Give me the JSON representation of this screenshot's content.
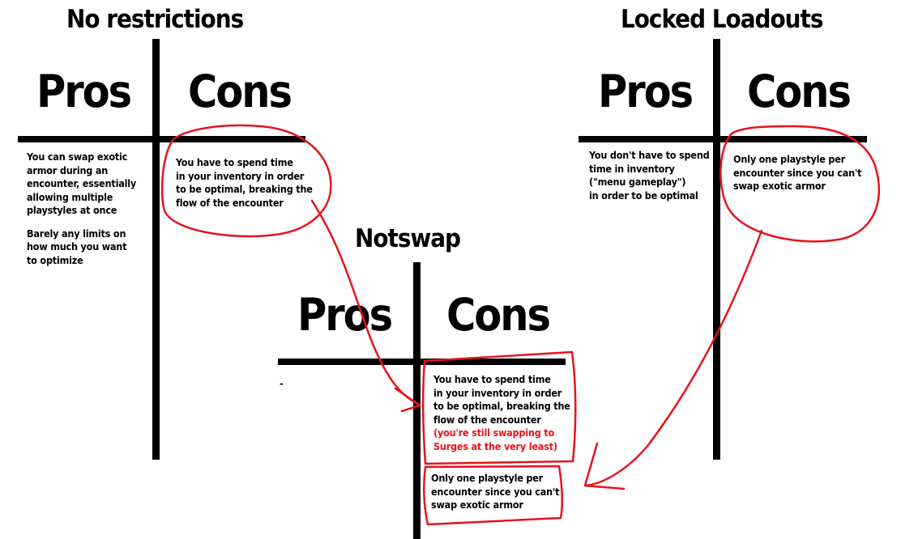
{
  "charts": {
    "no_restrictions": {
      "title": "No restrictions",
      "pros_label": "Pros",
      "cons_label": "Cons",
      "pros_lines": [
        "You can swap exotic",
        "armor during an",
        "encounter, essentially",
        "allowing multiple",
        "playstyles at once",
        "",
        "Barely any limits on",
        "how much you want",
        "to optimize"
      ],
      "cons_lines": [
        "You have to spend time",
        "in your inventory in order",
        "to be optimal, breaking the",
        "flow of the encounter"
      ]
    },
    "locked_loadouts": {
      "title": "Locked Loadouts",
      "pros_label": "Pros",
      "cons_label": "Cons",
      "pros_lines": [
        "You don't have to spend",
        "time in inventory",
        "(\"menu gameplay\")",
        "in order to be optimal"
      ],
      "cons_lines": [
        "Only one playstyle per",
        "encounter since you can't",
        "swap exotic armor"
      ]
    },
    "notswap": {
      "title": "Notswap",
      "pros_label": "Pros",
      "cons_label": "Cons",
      "pros_mark": "-",
      "cons_box1_lines": [
        "You have to spend time",
        "in your inventory in order",
        "to be optimal, breaking the",
        "flow of the encounter"
      ],
      "cons_box1_red_lines": [
        "(you're still swapping to",
        "Surges at the very least)"
      ],
      "cons_box2_lines": [
        "Only one playstyle per",
        "encounter since you can't",
        "swap exotic armor"
      ]
    }
  },
  "colors": {
    "ink": "#000000",
    "annotation_red": "#e8121c",
    "background": "#ffffff"
  }
}
